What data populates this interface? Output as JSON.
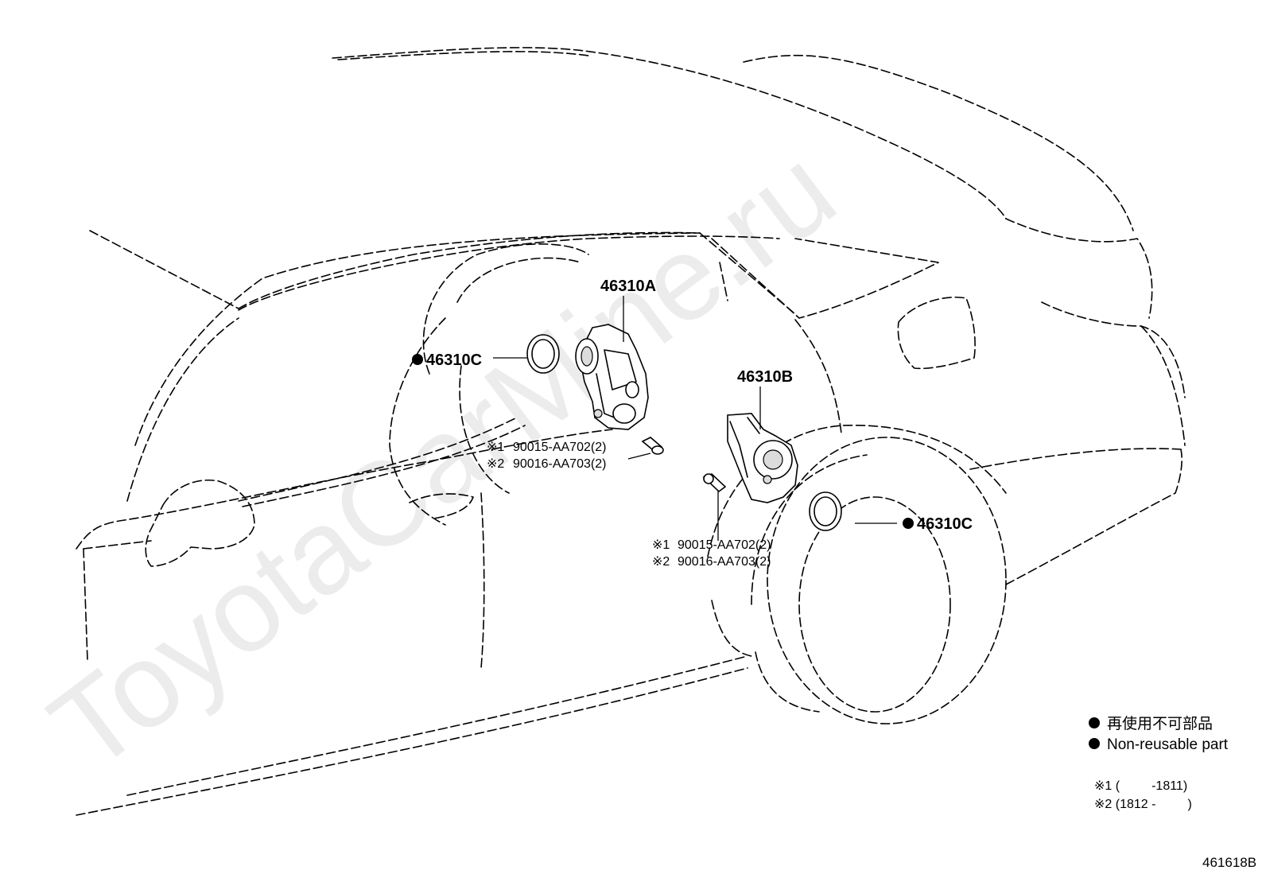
{
  "watermark": "ToyotaCarMine.ru",
  "labels": {
    "part_a": "46310A",
    "part_b": "46310B",
    "part_c_left": "46310C",
    "part_c_right": "46310C"
  },
  "bolt_notes_left": {
    "line1_mark": "※1",
    "line1_text": "90015-AA702(2)",
    "line2_mark": "※2",
    "line2_text": "90016-AA703(2)"
  },
  "bolt_notes_right": {
    "line1_mark": "※1",
    "line1_text": "90015-AA702(2)",
    "line2_mark": "※2",
    "line2_text": "90016-AA703(2)"
  },
  "legend": {
    "japanese": "再使用不可部品",
    "english": "Non-reusable part",
    "period1": "※1 (         -1811)",
    "period2": "※2 (1812 -         )"
  },
  "figure_number": "461618B"
}
